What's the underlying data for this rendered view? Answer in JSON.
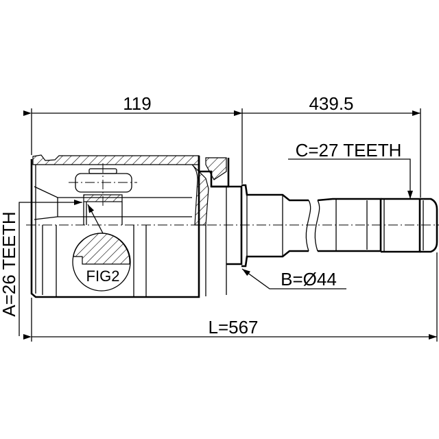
{
  "dimensions": {
    "housing_length": "119",
    "shaft_length": "439.5",
    "total_length": "L=567",
    "inner_spline": "A=26 TEETH",
    "outer_spline": "C=27 TEETH",
    "seal_diameter": "B=Ø44",
    "detail_label": "FIG2"
  }
}
